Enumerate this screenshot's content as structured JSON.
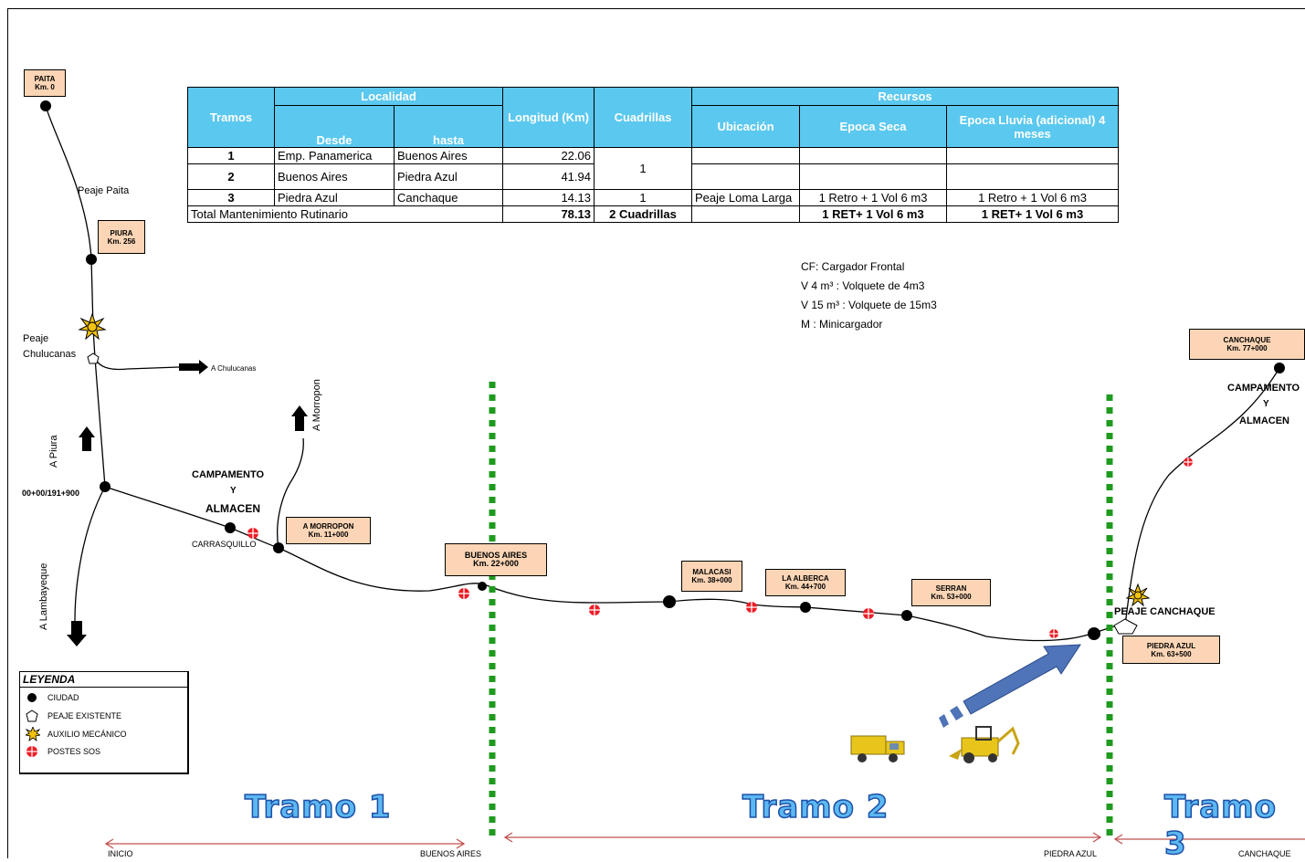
{
  "table": {
    "headers": {
      "tramos": "Tramos",
      "localidad": "Localidad",
      "desde": "Desde",
      "hasta": "hasta",
      "longitud": "Longitud (Km)",
      "cuadrillas": "Cuadrillas",
      "recursos": "Recursos",
      "ubicacion": "Ubicación",
      "epoca_seca": "Epoca Seca",
      "epoca_lluvia": "Epoca Lluvia (adicional) 4 meses"
    },
    "rows": [
      {
        "tramo": "1",
        "desde": "Emp. Panamerica",
        "hasta": "Buenos Aires",
        "longitud": "22.06"
      },
      {
        "tramo": "2",
        "desde": "Buenos Aires",
        "hasta": "Piedra Azul",
        "longitud": "41.94"
      },
      {
        "tramo": "3",
        "desde": "Piedra Azul",
        "hasta": "Canchaque",
        "longitud": "14.13",
        "cuadrillas": "1",
        "ubicacion": "Peaje Loma Larga",
        "seca": "1 Retro + 1 Vol 6 m3",
        "lluvia": "1 Retro + 1 Vol 6 m3"
      }
    ],
    "merged_cuadrillas_1_2": "1",
    "total": {
      "label": "Total Mantenimiento Rutinario",
      "longitud": "78.13",
      "cuadrillas": "2 Cuadrillas",
      "seca": "1 RET+ 1 Vol 6 m3",
      "lluvia": "1 RET+ 1 Vol 6 m3"
    }
  },
  "notes": [
    "CF: Cargador Frontal",
    "V 4 m³ : Volquete de 4m3",
    "V 15 m³ : Volquete de 15m3",
    "M : Minicargador"
  ],
  "boxes": {
    "paita": {
      "name": "PAITA",
      "km": "Km. 0"
    },
    "piura": {
      "name": "PIURA",
      "km": "Km. 256"
    },
    "morropon": {
      "name": "A MORROPON",
      "km": "Km. 11+000"
    },
    "buenos_aires": {
      "name": "BUENOS AIRES",
      "km": "Km. 22+000"
    },
    "malacasi": {
      "name": "MALACASI",
      "km": "Km. 38+000"
    },
    "alberca": {
      "name": "LA ALBERCA",
      "km": "Km. 44+700"
    },
    "serran": {
      "name": "SERRAN",
      "km": "Km. 53+000"
    },
    "piedra_azul": {
      "name": "PIEDRA AZUL",
      "km": "Km. 63+500"
    },
    "canchaque": {
      "name": "CANCHAQUE",
      "km": "Km. 77+000"
    }
  },
  "labels": {
    "peaje_paita": "Peaje Paita",
    "peaje_chulucanas_1": "Peaje",
    "peaje_chulucanas_2": "Chulucanas",
    "a_chulucanas": "A Chulucanas",
    "a_piura": "A Piura",
    "a_morropon": "A Morropon",
    "km_junction": "00+00/191+900",
    "a_lambayeque": "A Lambayeque",
    "campamento_1": "CAMPAMENTO",
    "campamento_2": "Y",
    "campamento_3": "ALMACEN",
    "carrasquillo": "CARRASQUILLO",
    "peaje_canchaque": "PEAJE CANCHAQUE",
    "campamento_right_1": "CAMPAMENTO",
    "campamento_right_2": "Y",
    "campamento_right_3": "ALMACEN"
  },
  "legend": {
    "title": "LEYENDA",
    "ciudad": "CIUDAD",
    "peaje": "PEAJE EXISTENTE",
    "auxilio": "AUXILIO MECÁNICO",
    "postes": "POSTES SOS"
  },
  "tramos": [
    "Tramo 1",
    "Tramo 2",
    "Tramo 3"
  ],
  "bottom": {
    "inicio": "INICIO",
    "buenos_aires": "BUENOS AIRES",
    "piedra_azul": "PIEDRA AZUL",
    "canchaque": "CANCHAQUE"
  },
  "colors": {
    "header": "#5bc8ef",
    "box": "#fbd5b5",
    "dotted": "#1f9a1f",
    "sos": "#ee1c25",
    "arrow_red": "#c0504d",
    "arrow_blue": "#4f74b8"
  }
}
